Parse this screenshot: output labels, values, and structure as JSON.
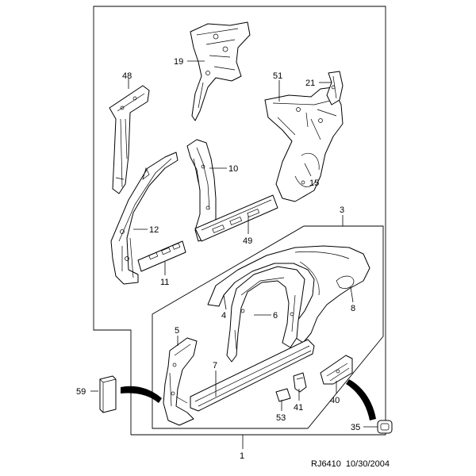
{
  "callouts": {
    "c1": "1",
    "c3": "3",
    "c4": "4",
    "c5": "5",
    "c6": "6",
    "c7": "7",
    "c8": "8",
    "c10": "10",
    "c11": "11",
    "c12": "12",
    "c15": "15",
    "c19": "19",
    "c21": "21",
    "c35": "35",
    "c40": "40",
    "c41": "41",
    "c48": "48",
    "c49": "49",
    "c51": "51",
    "c53": "53",
    "c59": "59"
  },
  "footer": {
    "drawing_code": "RJ6410",
    "date": "10/30/2004"
  }
}
